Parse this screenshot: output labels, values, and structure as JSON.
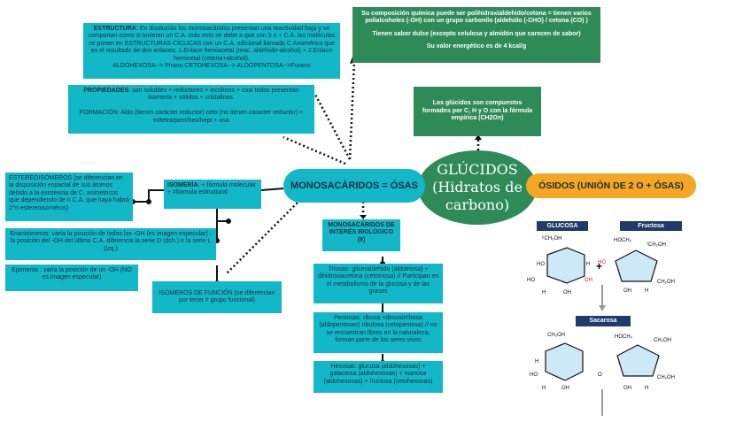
{
  "central": {
    "title": "GLÚCIDOS (Hidratos de carbono)"
  },
  "monosacaridos": {
    "label": "MONOSACÁRIDOS = ÓSAS"
  },
  "osidos": {
    "label": "ÓSIDOS (UNIÓN DE 2 O + ÓSAS)"
  },
  "green_top": {
    "line1": "Su composición química puede ser polihidroxialdehido/cetona = tienen varios polialcoholes (-OH) con un grupo carbonilo (aldehído (-CHO) / cetona (CO) )",
    "line2": "Tienen sabor dulce (excepto celulosa y almidón que carecen de sabor)",
    "line3": "Su valor energético es de 4 kcal/g"
  },
  "green_mid": {
    "text": "Los glúcidos son compuestos formados por C, H y O con la fórmula empírica (CH2On)"
  },
  "estructura": {
    "title": "ESTRUCTURA",
    "text": ": En disolución los monosacáridos presentan una reactividad baja y se comportan como si tuvieran un C.A. más esto se debe a que con 5 o + C.A. las moléculas se ponen en ESTRUCTURAS CÍCLICAS con un C.A. adicional llamado C.Anomérico que es el resultado de dos enlaces: 1.Enlace hemiacetal (reac. aldehído-alcohol) + 2.Enlace hemicetal (cetona+alcohol).",
    "line2": "ALDOHEXOSA--> Pirano CETOHEXOSA--> ALDOPENTOSA-->Furano"
  },
  "propiedades": {
    "title": "PROPIEDADES",
    "text": ": son solubles + reductores + incoloros + casi todos presentan isomería + sólidos + cristalinos.",
    "line2": "FORMACIÓN: Aldo (tienen carácter reductor) ceto (no tienen caracter reductor) + tri/tetra/pent/hex/hept + osa"
  },
  "isomeria": {
    "title": "ISOMERÍA",
    "text": ": + fórmula molecular + ≠fórmula estructural"
  },
  "estereoisomeros": {
    "text": "ESTEREOISÓMEROS (se diferencian en la disposición espacial de sus átomos debido a la existencia de C. asimetricos que dependiendo de n C.A. que haya habrá 2^n estereoisoméros)"
  },
  "enantiomeros": {
    "text": "Enantiómeros: varía la posición de todos los -OH (es imagen especular) : la posición del -OH del último C.A. diferencia la serie D (dch.) e la serie L (izq.)"
  },
  "epimeros": {
    "text": "Epímeros : varía la posición de un -OH (NO es imagen especular)"
  },
  "isomeros_funcion": {
    "text": "ISÓMEROS DE FUNCIÓN (se diferencian por tener ≠ grupo funcional)"
  },
  "interes": {
    "text": "MONOSACÁRIDOS DE INTERÉS BIOLÓGICO (9)"
  },
  "triosas": {
    "text": "Triosas: gliceraldehido (aldotriosa) + dihidroxiacetona (cetotriosa) // Participan en el metabolismo de la glucosa y de las grasas"
  },
  "pentosas": {
    "text": "Pentosas: ribosa +desoxirribosa (aldopentosas) ribulosa (cetopentosa) // no se encuentran libres en la naturaleza, forman parte de los seres vivos"
  },
  "hexosas": {
    "text": "Hexosas: glucosa (aldohexosas) + galactosa (aldohexosas) + manosa (aldohexosas) + fructosa (cetohexosas)"
  },
  "figure": {
    "glucosa_label": "GLUCOSA",
    "fructosa_label": "Fructosa",
    "sacarosa_label": "Sacarosa",
    "plus": "+"
  },
  "colors": {
    "teal": "#12b8c8",
    "green": "#2e8b57",
    "orange": "#f5a623",
    "navy": "#1f3a6b"
  }
}
